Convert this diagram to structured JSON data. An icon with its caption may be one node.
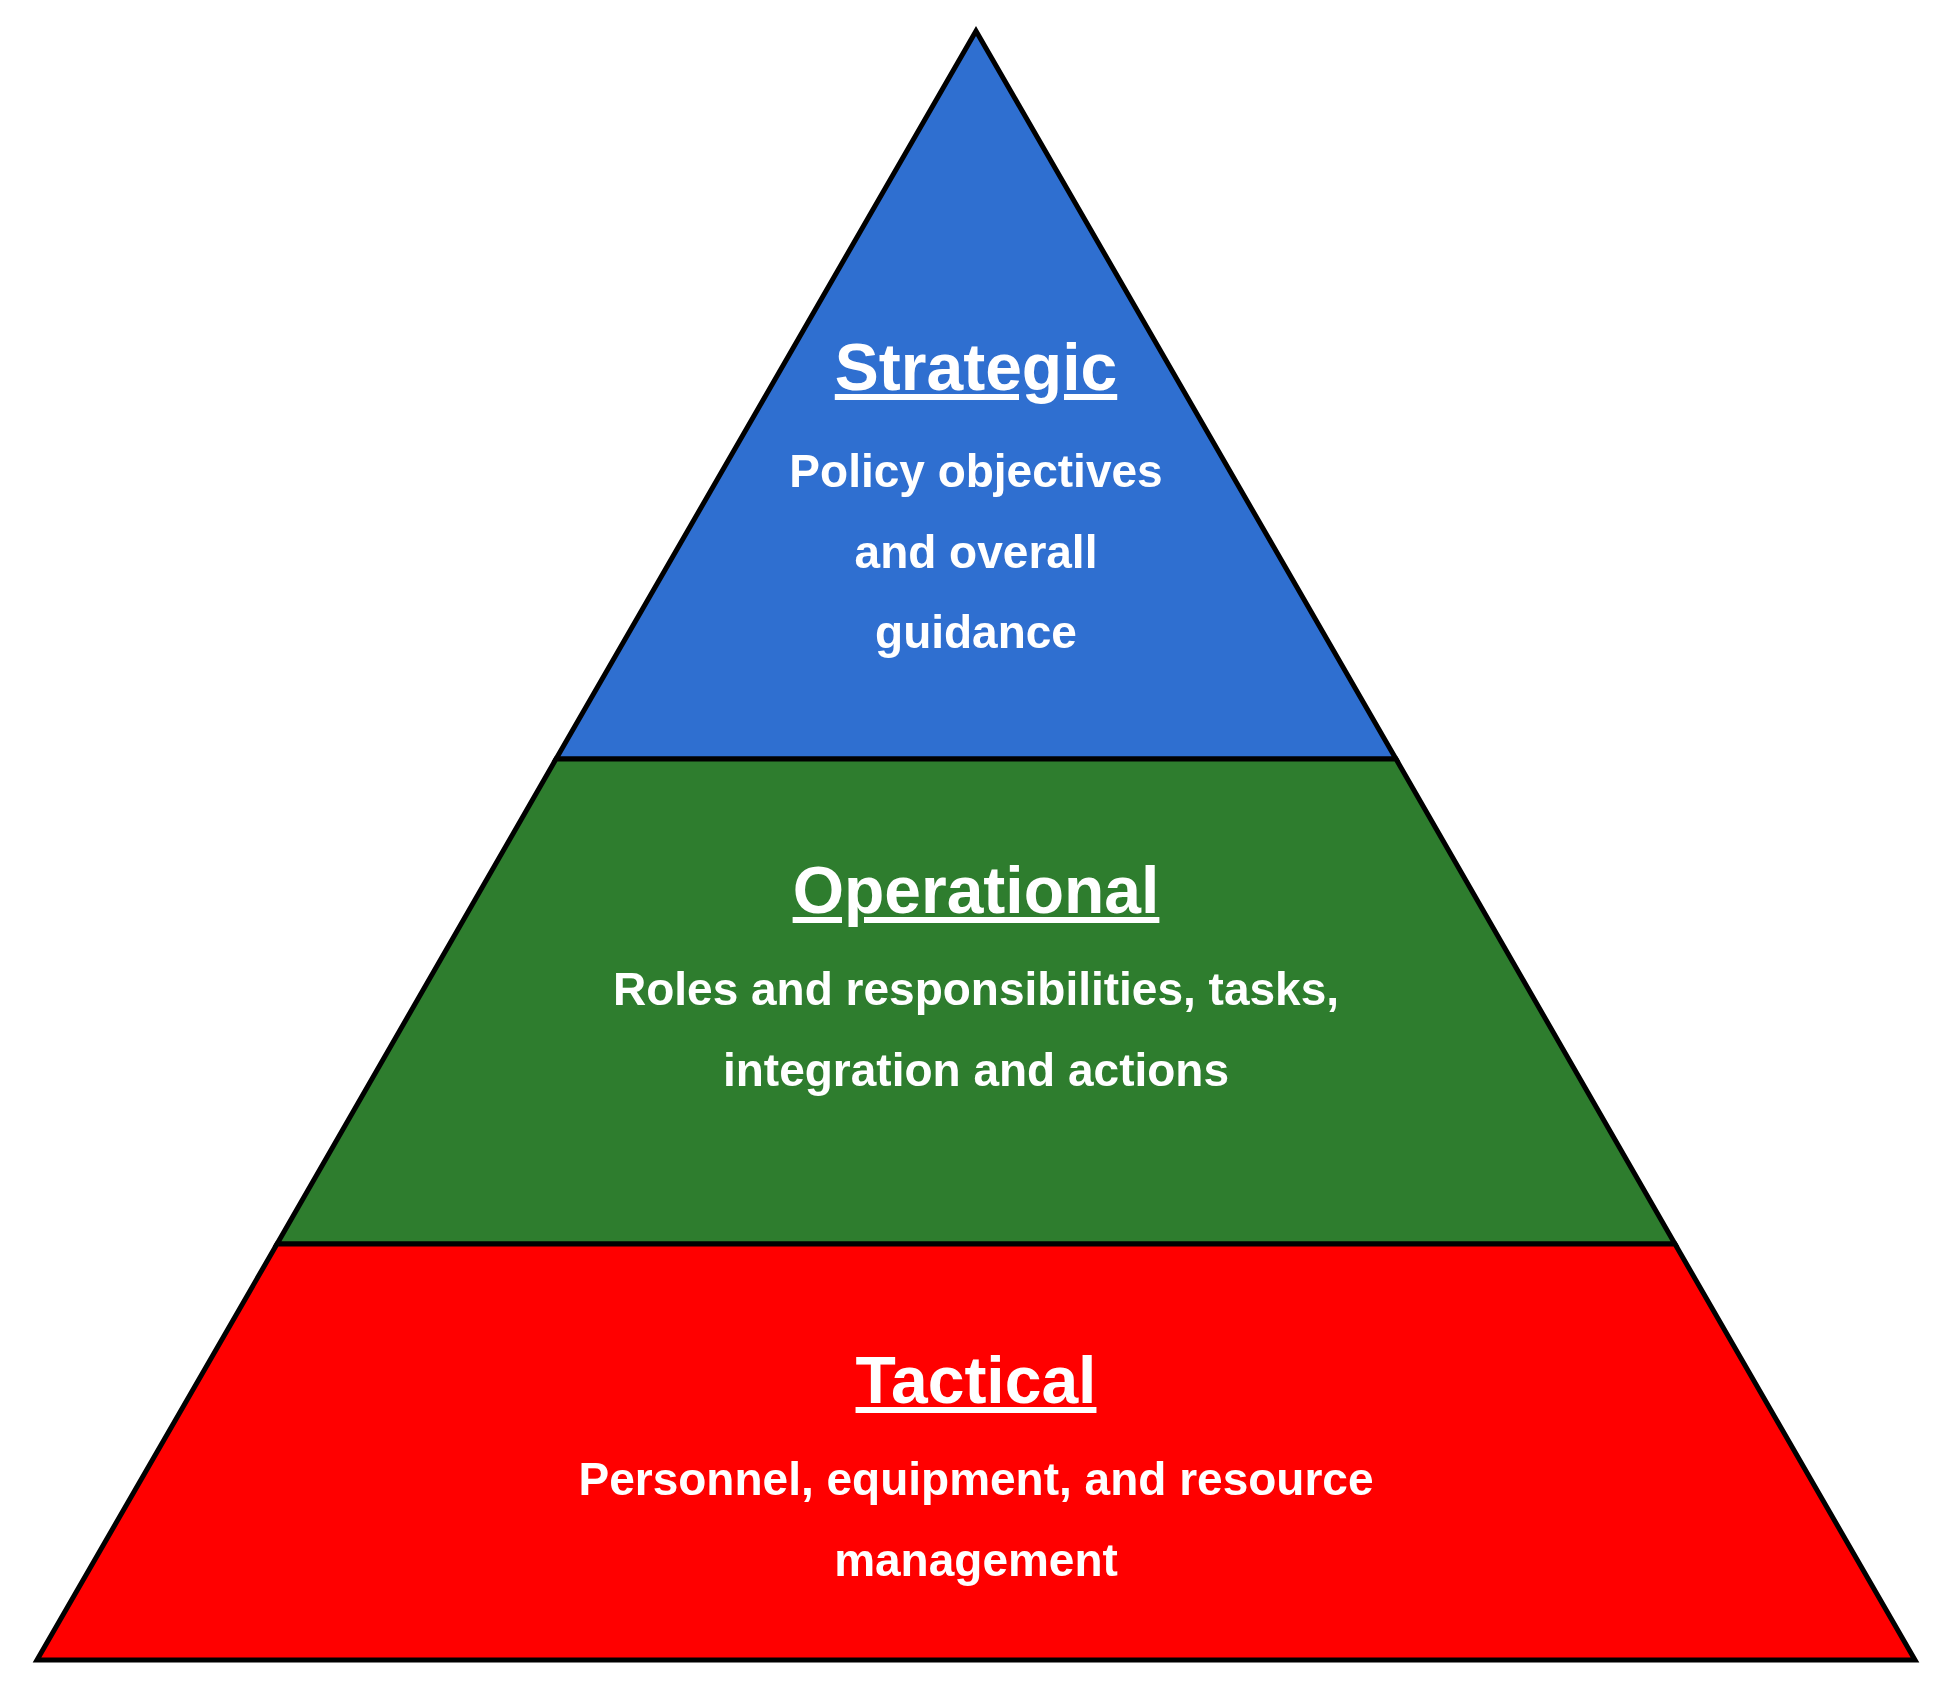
{
  "diagram": {
    "nodes": [
      {
        "text": [
          "Strategic",
          "Policy objectives and overall guidance"
        ]
      },
      {
        "text": [
          "Operational",
          "Roles and responsibilities, tasks, integration and actions"
        ]
      },
      {
        "text": [
          "Tactical",
          "Personnel, equipment, and resource management"
        ]
      }
    ]
  }
}
